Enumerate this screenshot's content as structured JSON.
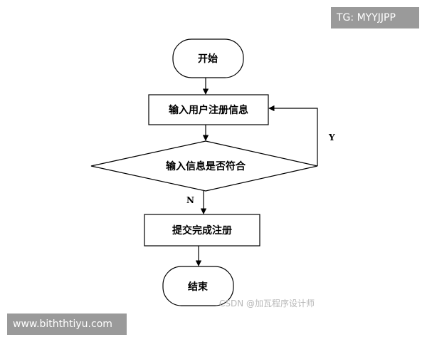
{
  "flowchart": {
    "nodes": {
      "start": "开始",
      "input": "输入用户注册信息",
      "check": "输入信息是否符合",
      "submit": "提交完成注册",
      "end": "结束"
    },
    "edge_labels": {
      "yes": "Y",
      "no": "N"
    },
    "stroke_color": "#000000"
  },
  "overlays": {
    "tg_tag": "TG: MYYJJPP",
    "site_tag": "www.biththtiyu.com",
    "watermark": "CSDN @加瓦程序设计师"
  }
}
